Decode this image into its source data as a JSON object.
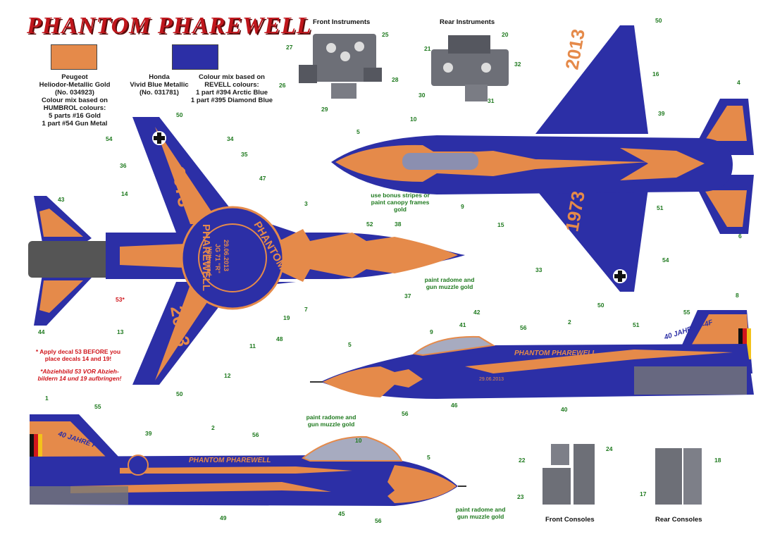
{
  "title": "PHANTOM PHAREWELL",
  "colors": {
    "gold": "#e58a4a",
    "blue": "#2c2fa6",
    "title_red": "#c0161c",
    "callout_green": "#1f7a1f",
    "note_red": "#d0161c"
  },
  "swatch_gold": {
    "lines": [
      "Peugeot",
      "Heliodor-Metallic Gold",
      "(No. 034923)",
      "Colour mix based on",
      "HUMBROL colours:",
      "5 parts #16 Gold",
      "1 part #54 Gun Metal"
    ]
  },
  "swatch_blue": {
    "lines": [
      "Honda",
      "Vivid Blue Metallic",
      "(No. 031781)"
    ]
  },
  "revell_mix": {
    "lines": [
      "Colour mix based on",
      "REVELL colours:",
      "1 part #394 Arctic Blue",
      "1 part #395 Diamond Blue"
    ]
  },
  "sections": {
    "front_instruments": "Front Instruments",
    "rear_instruments": "Rear Instruments",
    "front_consoles": "Front Consoles",
    "rear_consoles": "Rear Consoles"
  },
  "notes": {
    "apply_en": [
      "* Apply decal 53 BEFORE you",
      "place decals 14 and 19!"
    ],
    "apply_de": [
      "*Abziehbild 53 VOR Abzieh-",
      "bildern 14 und 19 aufbringen!"
    ],
    "canopy": [
      "use bonus stripes or",
      "paint canopy frames",
      "gold"
    ],
    "radome_1": [
      "paint radome and",
      "gun muzzle gold"
    ],
    "radome_2": [
      "paint radome and",
      "gun muzzle gold"
    ],
    "radome_3": [
      "paint radome and",
      "gun muzzle gold"
    ]
  },
  "aircraft_markings": {
    "year_start": "1973",
    "year_end": "2013",
    "seal_top": "PHANTOM",
    "seal_side": "PHAREWELL",
    "seal_date": "29.06.2013",
    "seal_unit": "JG 71 \"R\"",
    "seal_place": "Wittmund",
    "side_name": "PHANTOM PHAREWELL",
    "tail_text": "40 JAHRE F-4F",
    "tail_text_right": "40 JAHRE F-4F"
  },
  "callouts": [
    "50",
    "54",
    "34",
    "35",
    "36",
    "47",
    "14",
    "3",
    "43",
    "52",
    "38",
    "53*",
    "13",
    "19",
    "7",
    "37",
    "48",
    "11",
    "12",
    "50",
    "44",
    "27",
    "25",
    "26",
    "28",
    "29",
    "21",
    "20",
    "32",
    "30",
    "31",
    "50",
    "16",
    "4",
    "10",
    "5",
    "39",
    "9",
    "15",
    "51",
    "6",
    "33",
    "54",
    "50",
    "55",
    "8",
    "9",
    "41",
    "42",
    "2",
    "56",
    "51",
    "5",
    "56",
    "46",
    "40",
    "1",
    "55",
    "39",
    "2",
    "56",
    "10",
    "5",
    "49",
    "45",
    "56",
    "22",
    "24",
    "23",
    "17",
    "18"
  ]
}
